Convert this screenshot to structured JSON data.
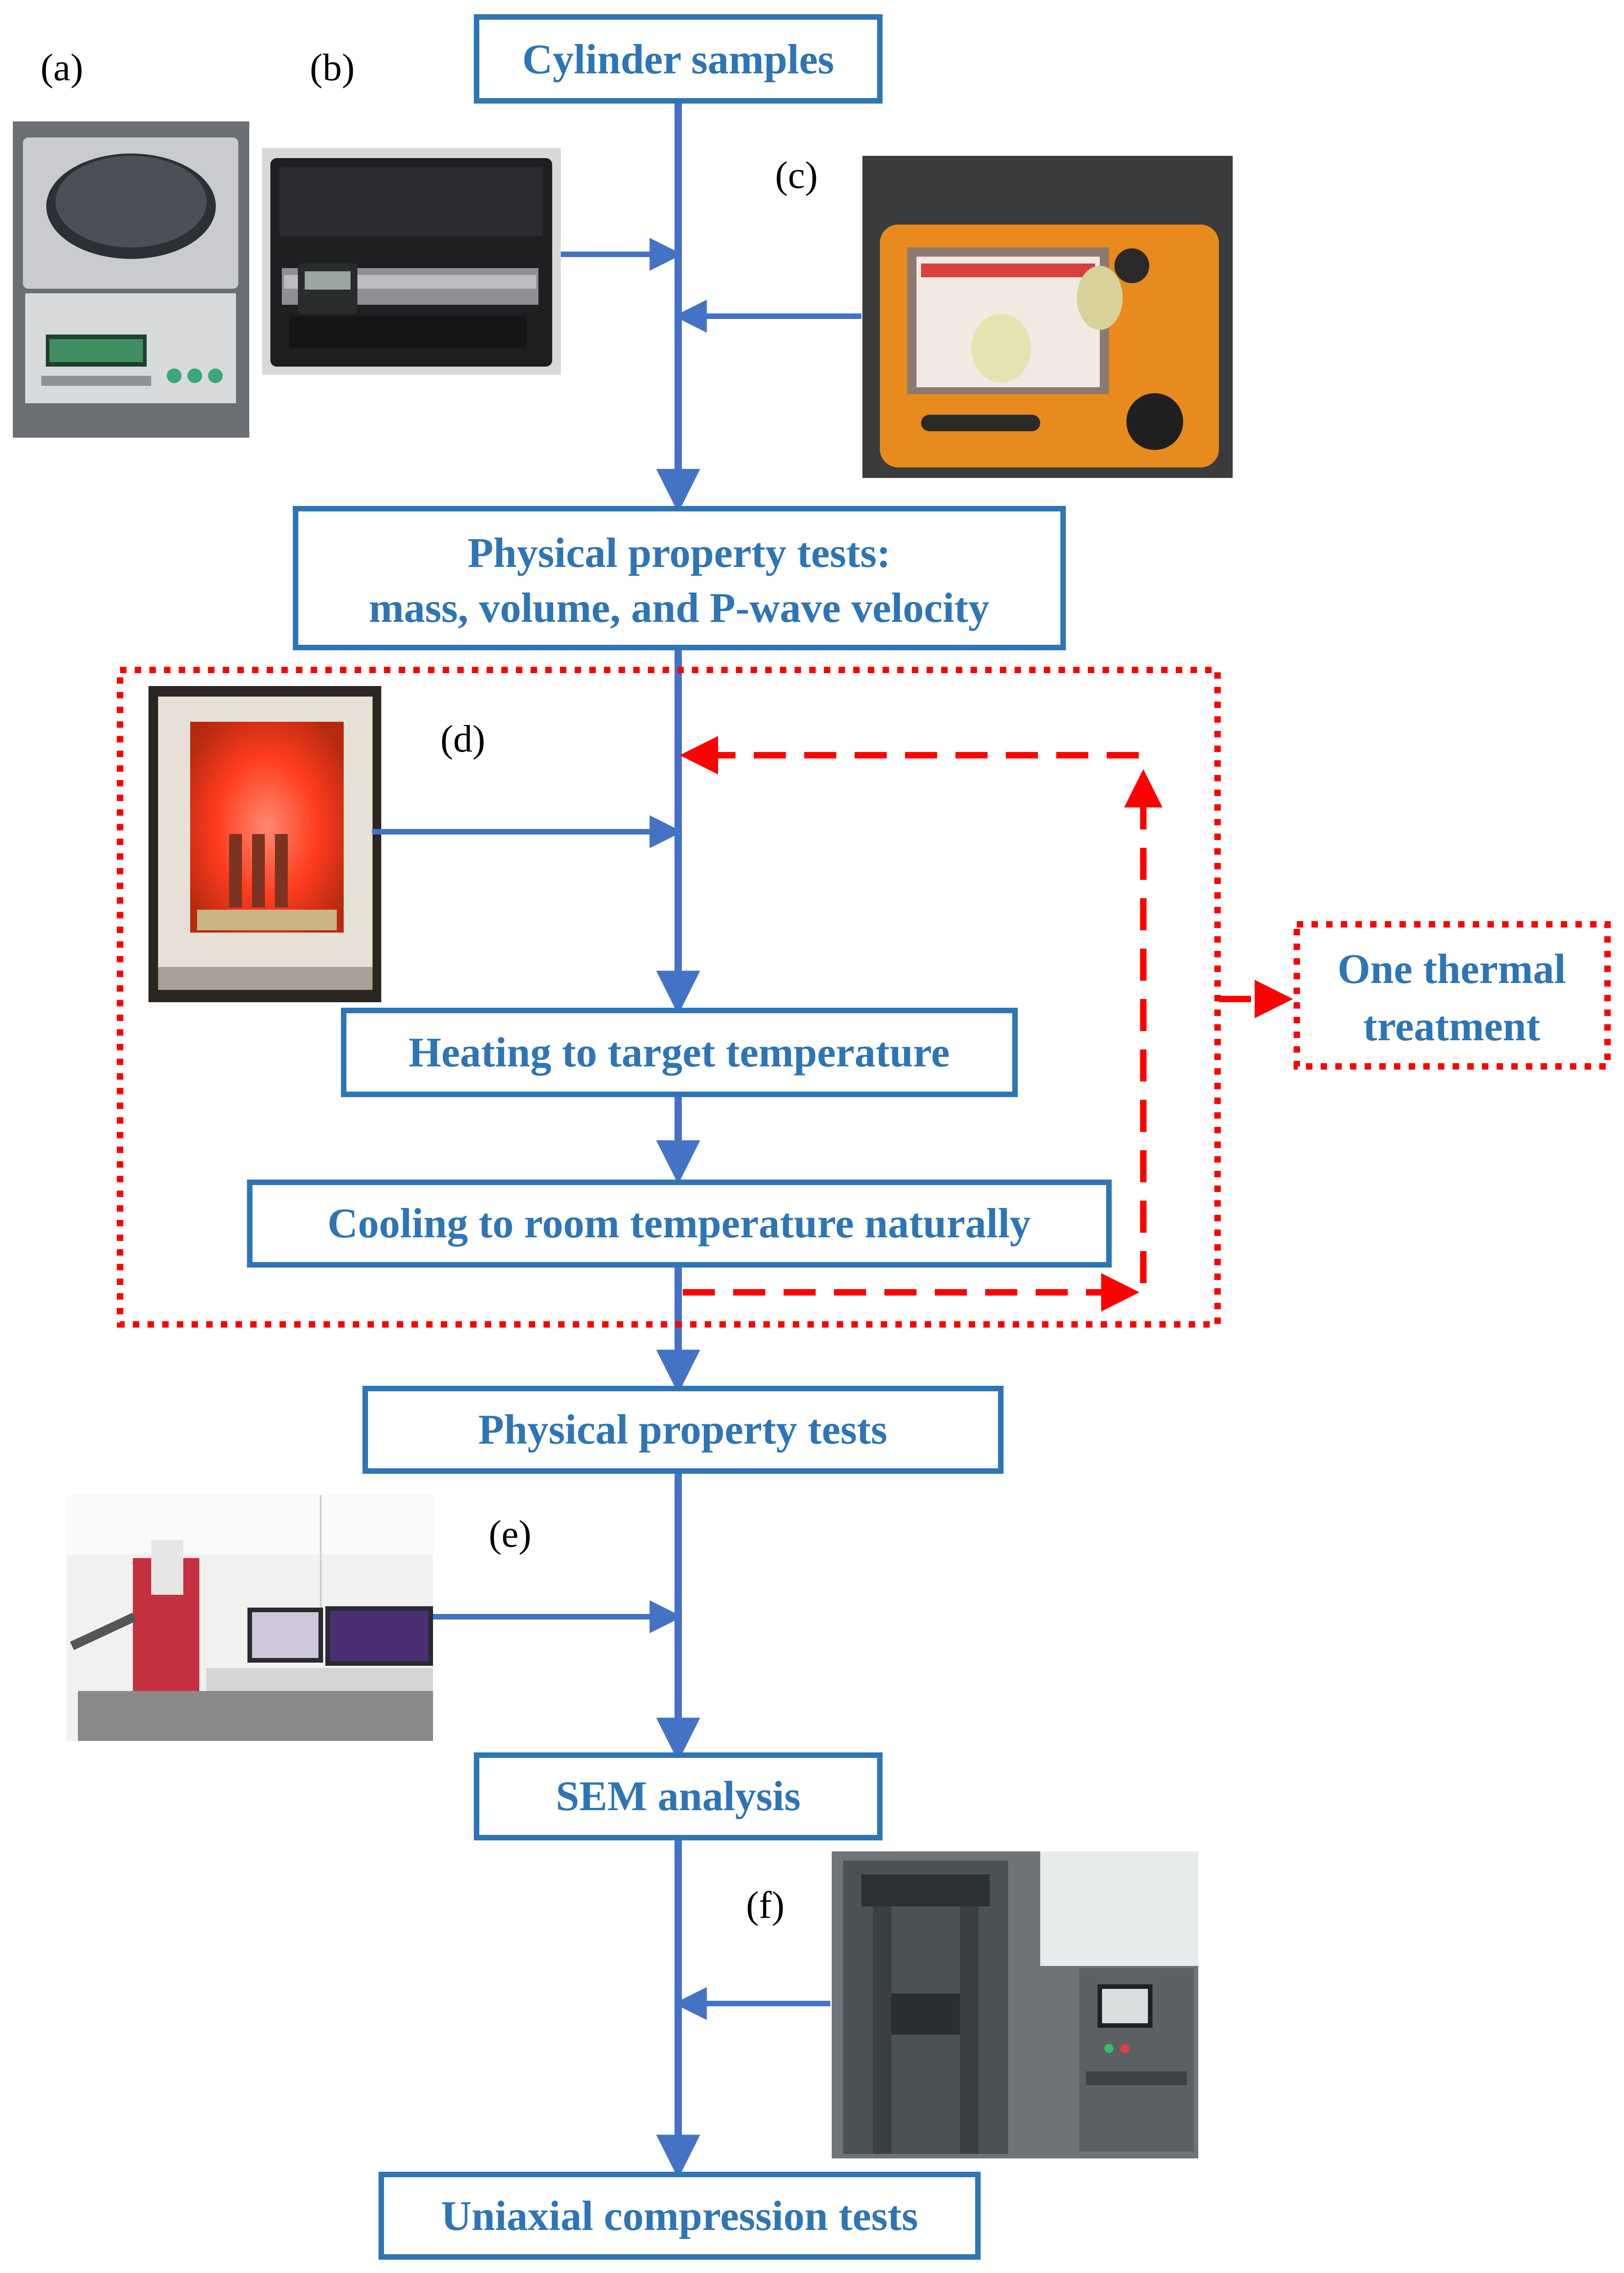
{
  "colors": {
    "primary_blue": "#2e75b6",
    "loop_red": "#ff0000"
  },
  "boxes": {
    "cylinder_samples": "Cylinder samples",
    "physical_tests_line1": "Physical property tests:",
    "physical_tests_line2": "mass, volume, and P-wave velocity",
    "heating": "Heating to target temperature",
    "cooling": "Cooling to room temperature naturally",
    "physical_tests_2": "Physical property tests",
    "sem": "SEM analysis",
    "uniaxial": "Uniaxial compression tests",
    "thermal_line1": "One thermal",
    "thermal_line2": "treatment"
  },
  "photo_labels": {
    "a": "(a)",
    "b": "(b)",
    "c": "(c)",
    "d": "(d)",
    "e": "(e)",
    "f": "(f)"
  },
  "photos": {
    "a": "electronic-balance",
    "b": "vernier-caliper",
    "c": "ultrasonic-tester",
    "d": "muffle-furnace",
    "e": "scanning-electron-microscope",
    "f": "compression-testing-machine"
  }
}
